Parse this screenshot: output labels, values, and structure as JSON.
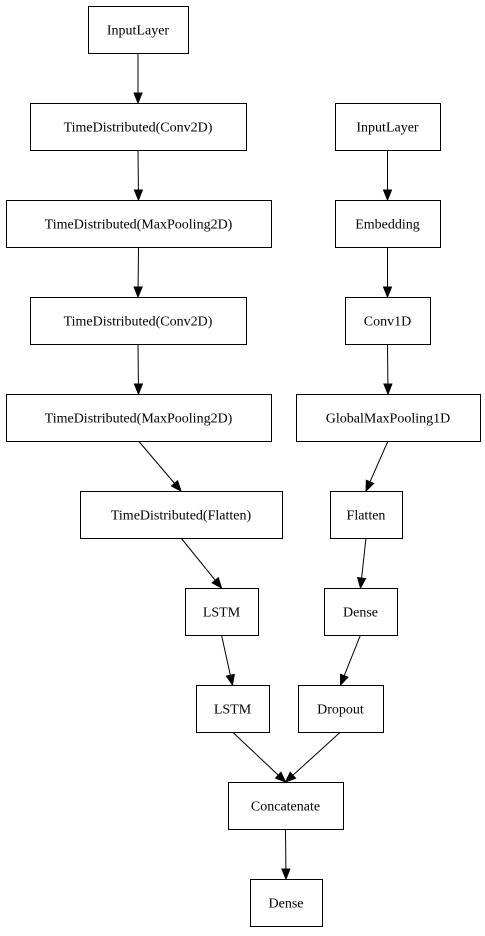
{
  "nodes": [
    {
      "id": "input_image",
      "label": "InputLayer"
    },
    {
      "id": "td_conv2d_1",
      "label": "TimeDistributed(Conv2D)"
    },
    {
      "id": "td_maxpool_1",
      "label": "TimeDistributed(MaxPooling2D)"
    },
    {
      "id": "td_conv2d_2",
      "label": "TimeDistributed(Conv2D)"
    },
    {
      "id": "td_maxpool_2",
      "label": "TimeDistributed(MaxPooling2D)"
    },
    {
      "id": "td_flatten",
      "label": "TimeDistributed(Flatten)"
    },
    {
      "id": "lstm_1",
      "label": "LSTM"
    },
    {
      "id": "lstm_2",
      "label": "LSTM"
    },
    {
      "id": "input_text",
      "label": "InputLayer"
    },
    {
      "id": "embedding",
      "label": "Embedding"
    },
    {
      "id": "conv1d",
      "label": "Conv1D"
    },
    {
      "id": "global_maxpool",
      "label": "GlobalMaxPooling1D"
    },
    {
      "id": "flatten",
      "label": "Flatten"
    },
    {
      "id": "dense_1",
      "label": "Dense"
    },
    {
      "id": "dropout",
      "label": "Dropout"
    },
    {
      "id": "concatenate",
      "label": "Concatenate"
    },
    {
      "id": "dense_out",
      "label": "Dense"
    }
  ],
  "edges": [
    {
      "from": "input_image",
      "to": "td_conv2d_1"
    },
    {
      "from": "td_conv2d_1",
      "to": "td_maxpool_1"
    },
    {
      "from": "td_maxpool_1",
      "to": "td_conv2d_2"
    },
    {
      "from": "td_conv2d_2",
      "to": "td_maxpool_2"
    },
    {
      "from": "td_maxpool_2",
      "to": "td_flatten"
    },
    {
      "from": "td_flatten",
      "to": "lstm_1"
    },
    {
      "from": "lstm_1",
      "to": "lstm_2"
    },
    {
      "from": "lstm_2",
      "to": "concatenate"
    },
    {
      "from": "input_text",
      "to": "embedding"
    },
    {
      "from": "embedding",
      "to": "conv1d"
    },
    {
      "from": "conv1d",
      "to": "global_maxpool"
    },
    {
      "from": "global_maxpool",
      "to": "flatten"
    },
    {
      "from": "flatten",
      "to": "dense_1"
    },
    {
      "from": "dense_1",
      "to": "dropout"
    },
    {
      "from": "dropout",
      "to": "concatenate"
    },
    {
      "from": "concatenate",
      "to": "dense_out"
    }
  ]
}
